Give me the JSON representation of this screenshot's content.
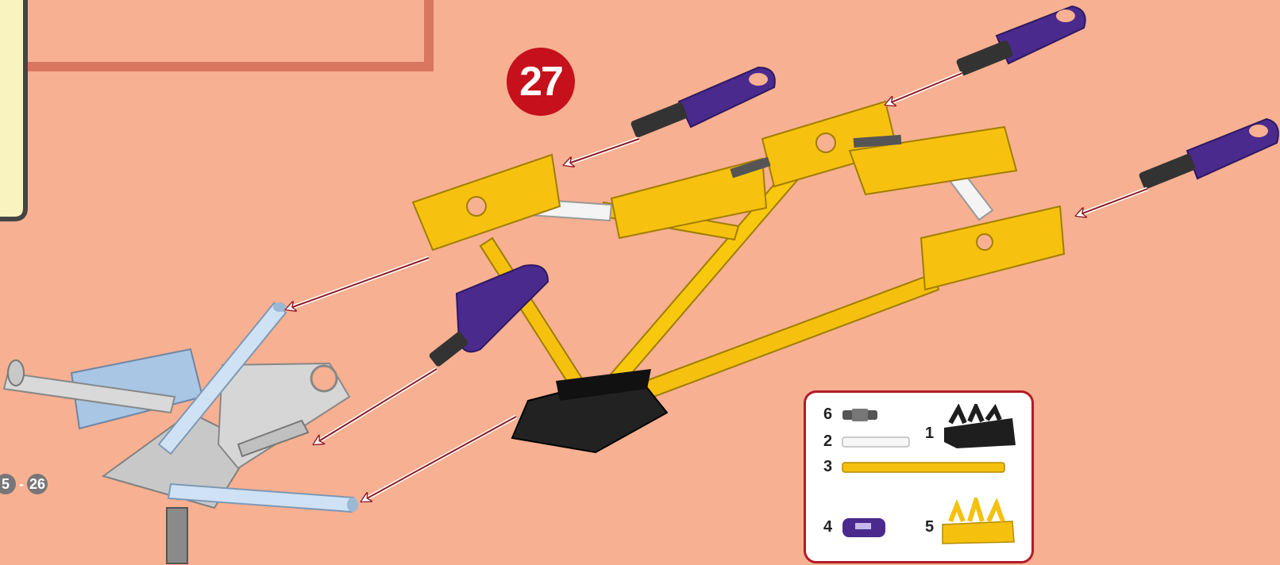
{
  "step": {
    "number": "27"
  },
  "reference": {
    "from": "5",
    "to": "26",
    "separator": "-"
  },
  "legend": {
    "items": [
      {
        "count": "6",
        "part": "grey-connector-icon"
      },
      {
        "count": "2",
        "part": "white-rod-icon"
      },
      {
        "count": "1",
        "part": "black-connector-icon"
      },
      {
        "count": "3",
        "part": "yellow-rod-icon"
      },
      {
        "count": "4",
        "part": "purple-clip-icon"
      },
      {
        "count": "5",
        "part": "yellow-connector-icon"
      }
    ]
  },
  "colors": {
    "background": "#f7b091",
    "badge": "#c6111c",
    "legend_border": "#b31b26",
    "yellow": "#f5c10e",
    "purple": "#4b2a8e",
    "arrow": "#8e1b24"
  }
}
